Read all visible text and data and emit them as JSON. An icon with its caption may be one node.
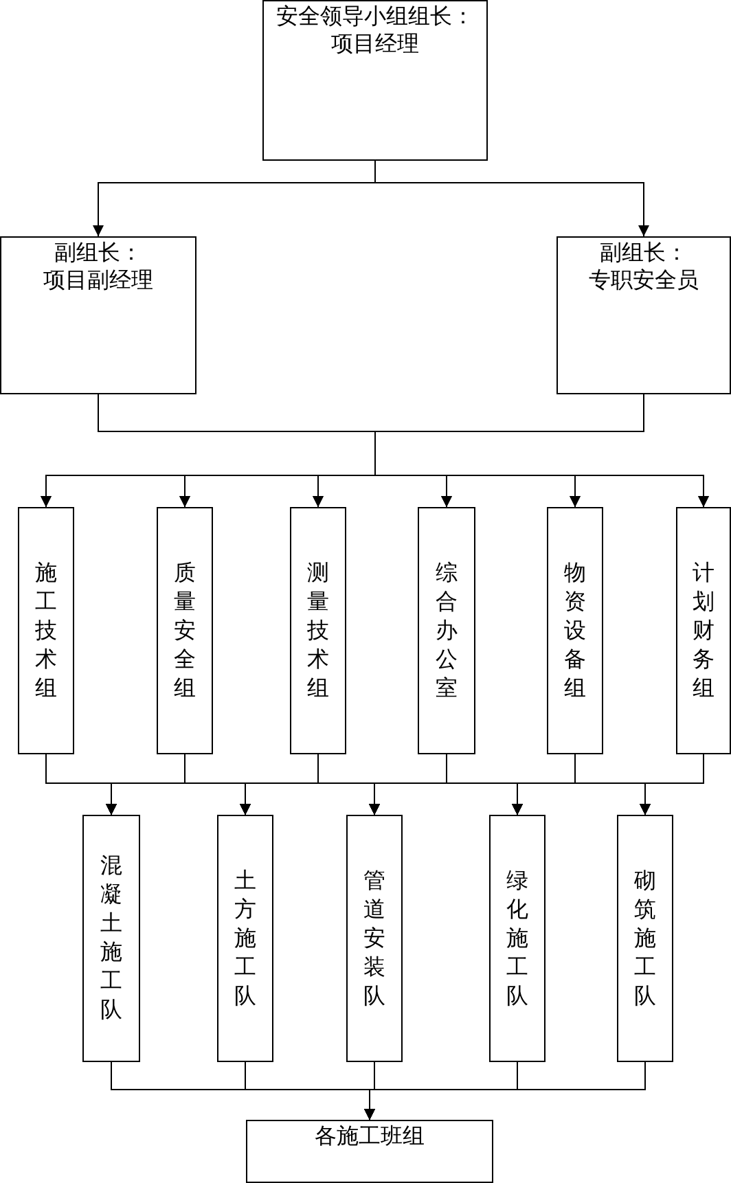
{
  "diagram": {
    "nodes": [
      {
        "text": [
          "安全领导小组组长：",
          "项目经理"
        ]
      },
      {
        "text": [
          "副组长：",
          "项目副经理"
        ]
      },
      {
        "text": [
          "副组长：",
          "专职安全员"
        ]
      },
      {
        "text": [
          "施工技术组"
        ]
      },
      {
        "text": [
          "质量安全组"
        ]
      },
      {
        "text": [
          "测量技术组"
        ]
      },
      {
        "text": [
          "综合办公室"
        ]
      },
      {
        "text": [
          "物资设备组"
        ]
      },
      {
        "text": [
          "计划财务组"
        ]
      },
      {
        "text": [
          "混凝土施工队"
        ]
      },
      {
        "text": [
          "土方施工队"
        ]
      },
      {
        "text": [
          "管道安装队"
        ]
      },
      {
        "text": [
          "绿化施工队"
        ]
      },
      {
        "text": [
          "砌筑施工队"
        ]
      },
      {
        "text": [
          "各施工班组"
        ]
      }
    ],
    "edges": [
      {
        "from": 0,
        "to": 1,
        "arrow": "to"
      },
      {
        "from": 0,
        "to": 2,
        "arrow": "to"
      },
      {
        "from": 1,
        "to": 3,
        "arrow": "to"
      },
      {
        "from": 2,
        "to": 3,
        "arrow": "to"
      },
      {
        "from": 1,
        "to": 4,
        "arrow": "to"
      },
      {
        "from": 2,
        "to": 4,
        "arrow": "to"
      },
      {
        "from": 1,
        "to": 5,
        "arrow": "to"
      },
      {
        "from": 2,
        "to": 5,
        "arrow": "to"
      },
      {
        "from": 1,
        "to": 6,
        "arrow": "to"
      },
      {
        "from": 2,
        "to": 6,
        "arrow": "to"
      },
      {
        "from": 1,
        "to": 7,
        "arrow": "to"
      },
      {
        "from": 2,
        "to": 7,
        "arrow": "to"
      },
      {
        "from": 1,
        "to": 8,
        "arrow": "to"
      },
      {
        "from": 2,
        "to": 8,
        "arrow": "to"
      },
      {
        "from": 3,
        "to": 9,
        "arrow": "to"
      },
      {
        "from": 3,
        "to": 10,
        "arrow": "to"
      },
      {
        "from": 3,
        "to": 11,
        "arrow": "to"
      },
      {
        "from": 3,
        "to": 12,
        "arrow": "to"
      },
      {
        "from": 3,
        "to": 13,
        "arrow": "to"
      },
      {
        "from": 4,
        "to": 9,
        "arrow": "to"
      },
      {
        "from": 4,
        "to": 10,
        "arrow": "to"
      },
      {
        "from": 4,
        "to": 11,
        "arrow": "to"
      },
      {
        "from": 4,
        "to": 12,
        "arrow": "to"
      },
      {
        "from": 4,
        "to": 13,
        "arrow": "to"
      },
      {
        "from": 5,
        "to": 9,
        "arrow": "to"
      },
      {
        "from": 5,
        "to": 10,
        "arrow": "to"
      },
      {
        "from": 5,
        "to": 11,
        "arrow": "to"
      },
      {
        "from": 5,
        "to": 12,
        "arrow": "to"
      },
      {
        "from": 5,
        "to": 13,
        "arrow": "to"
      },
      {
        "from": 6,
        "to": 9,
        "arrow": "to"
      },
      {
        "from": 6,
        "to": 10,
        "arrow": "to"
      },
      {
        "from": 6,
        "to": 11,
        "arrow": "to"
      },
      {
        "from": 6,
        "to": 12,
        "arrow": "to"
      },
      {
        "from": 6,
        "to": 13,
        "arrow": "to"
      },
      {
        "from": 7,
        "to": 9,
        "arrow": "to"
      },
      {
        "from": 7,
        "to": 10,
        "arrow": "to"
      },
      {
        "from": 7,
        "to": 11,
        "arrow": "to"
      },
      {
        "from": 7,
        "to": 12,
        "arrow": "to"
      },
      {
        "from": 7,
        "to": 13,
        "arrow": "to"
      },
      {
        "from": 8,
        "to": 9,
        "arrow": "to"
      },
      {
        "from": 8,
        "to": 10,
        "arrow": "to"
      },
      {
        "from": 8,
        "to": 11,
        "arrow": "to"
      },
      {
        "from": 8,
        "to": 12,
        "arrow": "to"
      },
      {
        "from": 8,
        "to": 13,
        "arrow": "to"
      },
      {
        "from": 9,
        "to": 14,
        "arrow": "to"
      },
      {
        "from": 10,
        "to": 14,
        "arrow": "to"
      },
      {
        "from": 11,
        "to": 14,
        "arrow": "to"
      },
      {
        "from": 12,
        "to": 14,
        "arrow": "to"
      },
      {
        "from": 13,
        "to": 14,
        "arrow": "to"
      }
    ]
  }
}
